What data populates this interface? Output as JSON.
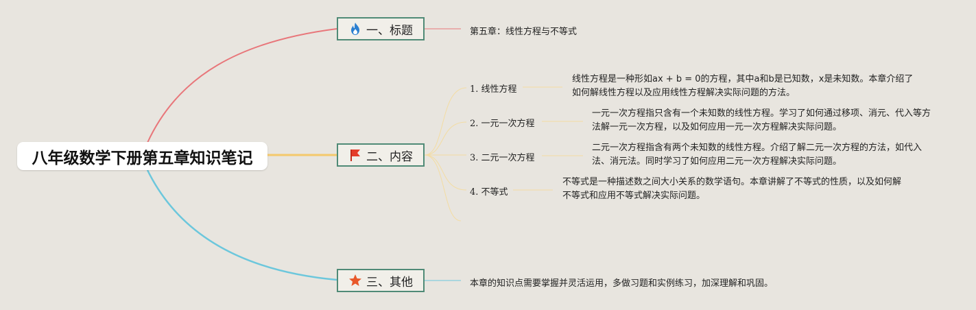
{
  "root": {
    "title": "八年级数学下册第五章知识笔记"
  },
  "branches": [
    {
      "label": "一、标题",
      "icon": "fire-icon",
      "color": "#e8767a",
      "leaf": "第五章：线性方程与不等式"
    },
    {
      "label": "二、内容",
      "icon": "flag-icon",
      "color": "#f5c96b",
      "children": [
        {
          "label": "1. 线性方程",
          "desc": "线性方程是一种形如ax + b = 0的方程，其中a和b是已知数，x是未知数。本章介绍了如何解线性方程以及应用线性方程解决实际问题的方法。"
        },
        {
          "label": "2. 一元一次方程",
          "desc": "一元一次方程指只含有一个未知数的线性方程。学习了如何通过移项、消元、代入等方法解一元一次方程，以及如何应用一元一次方程解决实际问题。"
        },
        {
          "label": "3. 二元一次方程",
          "desc": "二元一次方程指含有两个未知数的线性方程。介绍了解二元一次方程的方法，如代入法、消元法。同时学习了如何应用二元一次方程解决实际问题。"
        },
        {
          "label": "4. 不等式",
          "desc": "不等式是一种描述数之间大小关系的数学语句。本章讲解了不等式的性质，以及如何解不等式和应用不等式解决实际问题。"
        }
      ]
    },
    {
      "label": "三、其他",
      "icon": "star-icon",
      "color": "#6cc7dc",
      "leaf": "本章的知识点需要掌握并灵活运用，多做习题和实例练习，加深理解和巩固。"
    }
  ],
  "colors": {
    "background": "#e8e5df",
    "branch_border": "#4f8a76",
    "fire": "#2b7fd1",
    "flag": "#e43d2a",
    "star": "#e8582a"
  }
}
